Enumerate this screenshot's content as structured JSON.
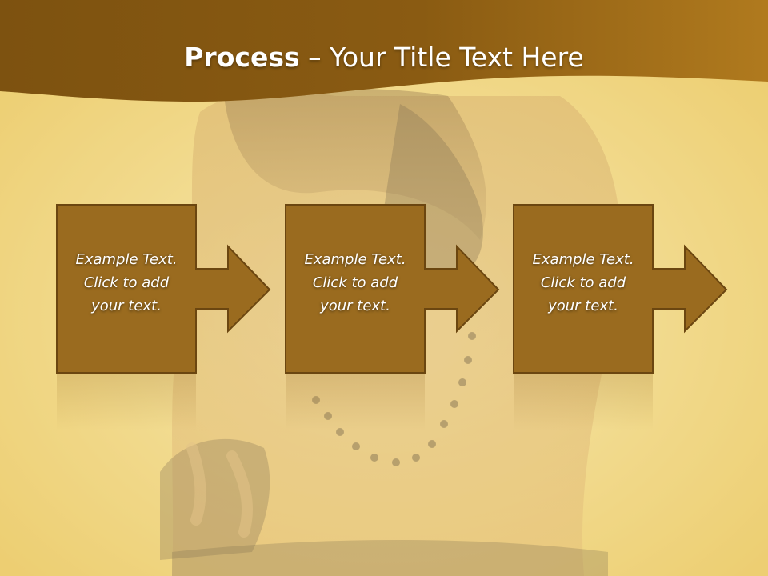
{
  "title": {
    "bold": "Process",
    "rest": " – Your Title Text Here"
  },
  "colors": {
    "header": "#8a5a12",
    "box_fill": "#9a6b1f",
    "box_border": "#6b4610",
    "arrow_fill": "#9a6b1f",
    "background": "#f2dc86"
  },
  "steps": [
    {
      "line1": "Example Text.",
      "line2": "Click  to add",
      "line3": "your text."
    },
    {
      "line1": "Example Text.",
      "line2": "Click  to add",
      "line3": "your text."
    },
    {
      "line1": "Example Text.",
      "line2": "Click  to add",
      "line3": "your text."
    }
  ]
}
